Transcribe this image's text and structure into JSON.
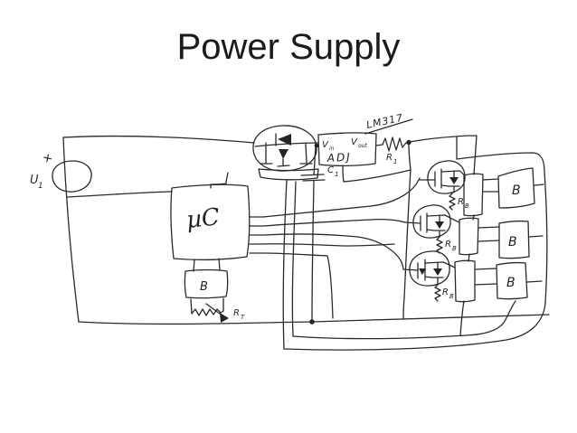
{
  "slide": {
    "title": "Power Supply"
  },
  "diagram": {
    "source": {
      "plus": "+",
      "u_main": "U",
      "u_sub": "1"
    },
    "regulator": {
      "part": "LM317",
      "vin_main": "V",
      "vin_sub": "in",
      "vout_main": "V",
      "vout_sub": "out",
      "adj": "ADJ",
      "r1_main": "R",
      "r1_sub": "1",
      "c1_main": "C",
      "c1_sub": "1"
    },
    "mcu": {
      "label": "µC"
    },
    "driver": {
      "label": "B",
      "rt_main": "R",
      "rt_sub": "T"
    },
    "channels": [
      {
        "rb_main": "R",
        "rb_sub": "B",
        "box_label": "B"
      },
      {
        "rb_main": "R",
        "rb_sub": "B",
        "box_label": "B"
      },
      {
        "rb_main": "R",
        "rb_sub": "B",
        "box_label": "B"
      }
    ]
  }
}
